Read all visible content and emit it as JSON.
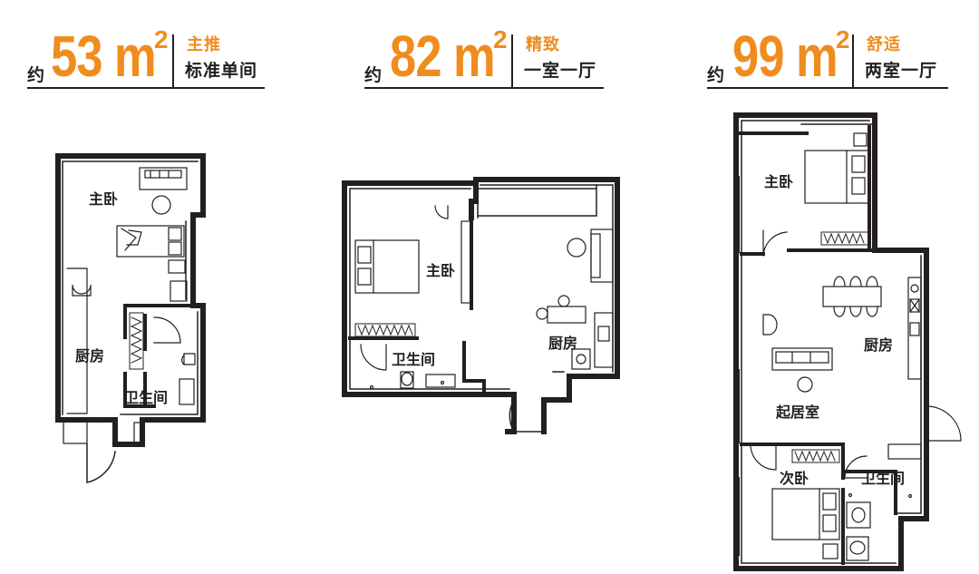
{
  "units": [
    {
      "approx": "约",
      "area_number": "53",
      "area_unit": "m",
      "area_exp": "2",
      "tag": "主推",
      "description": "标准单间"
    },
    {
      "approx": "约",
      "area_number": "82",
      "area_unit": "m",
      "area_exp": "2",
      "tag": "精致",
      "description": "一室一厅"
    },
    {
      "approx": "约",
      "area_number": "99",
      "area_unit": "m",
      "area_exp": "2",
      "tag": "舒适",
      "description": "两室一厅"
    }
  ],
  "rooms": {
    "u1_bedroom": "主卧",
    "u1_kitchen": "厨房",
    "u1_bath": "卫生间",
    "u2_bedroom": "主卧",
    "u2_bath": "卫生间",
    "u2_kitchen": "厨房",
    "u3_bedroom": "主卧",
    "u3_kitchen": "厨房",
    "u3_living": "起居室",
    "u3_bedroom2": "次卧",
    "u3_bath": "卫生间"
  },
  "colors": {
    "accent": "#f08c1e",
    "ink": "#231f20"
  }
}
